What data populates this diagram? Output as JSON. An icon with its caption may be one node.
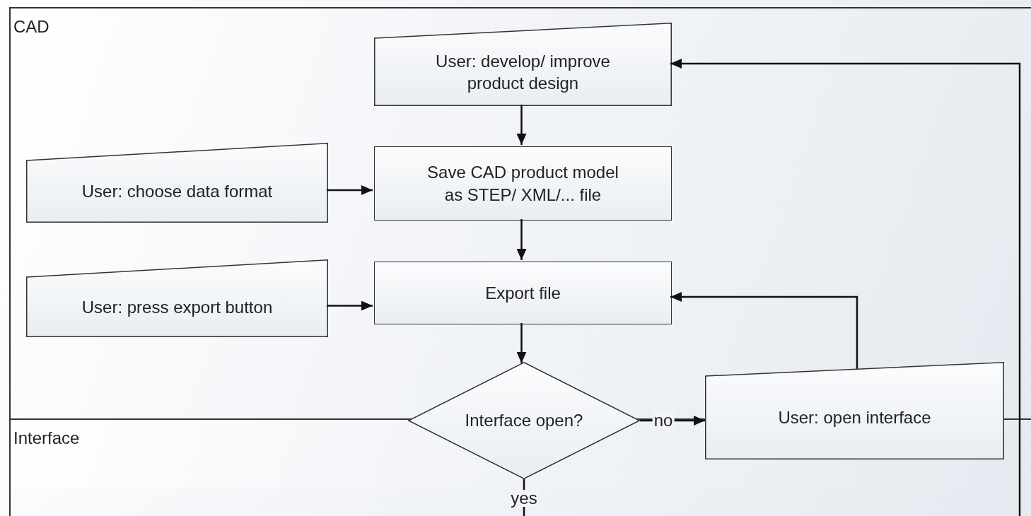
{
  "diagram": {
    "nodes": [
      {
        "text": [
          "CAD"
        ]
      },
      {
        "text": [
          "User: develop/ improve product design"
        ],
        "in": 0
      },
      {
        "text": [
          "User: choose data format"
        ],
        "in": 0
      },
      {
        "text": [
          "Save CAD product model as STEP/ XML/... file"
        ],
        "in": 0
      },
      {
        "text": [
          "User: press export button"
        ],
        "in": 0
      },
      {
        "text": [
          "Export file"
        ],
        "in": 0
      },
      {
        "text": [
          "Interface"
        ]
      },
      {
        "text": [
          "Interface open?"
        ]
      },
      {
        "text": [
          "User: open interface"
        ]
      }
    ],
    "edges": [
      {
        "from": 1,
        "to": 3,
        "arrow": "to"
      },
      {
        "from": 2,
        "to": 3,
        "arrow": "to"
      },
      {
        "from": 3,
        "to": 5,
        "arrow": "to"
      },
      {
        "from": 4,
        "to": 5,
        "arrow": "to"
      },
      {
        "from": 5,
        "to": 7,
        "arrow": "to"
      },
      {
        "from": 7,
        "to": 8,
        "arrow": "to",
        "label": "no"
      },
      {
        "from": 8,
        "to": 5,
        "arrow": "to"
      },
      {
        "from": 7,
        "to": null,
        "arrow": "none",
        "label": "yes"
      },
      {
        "from": null,
        "to": 1,
        "arrow": "to"
      }
    ]
  }
}
